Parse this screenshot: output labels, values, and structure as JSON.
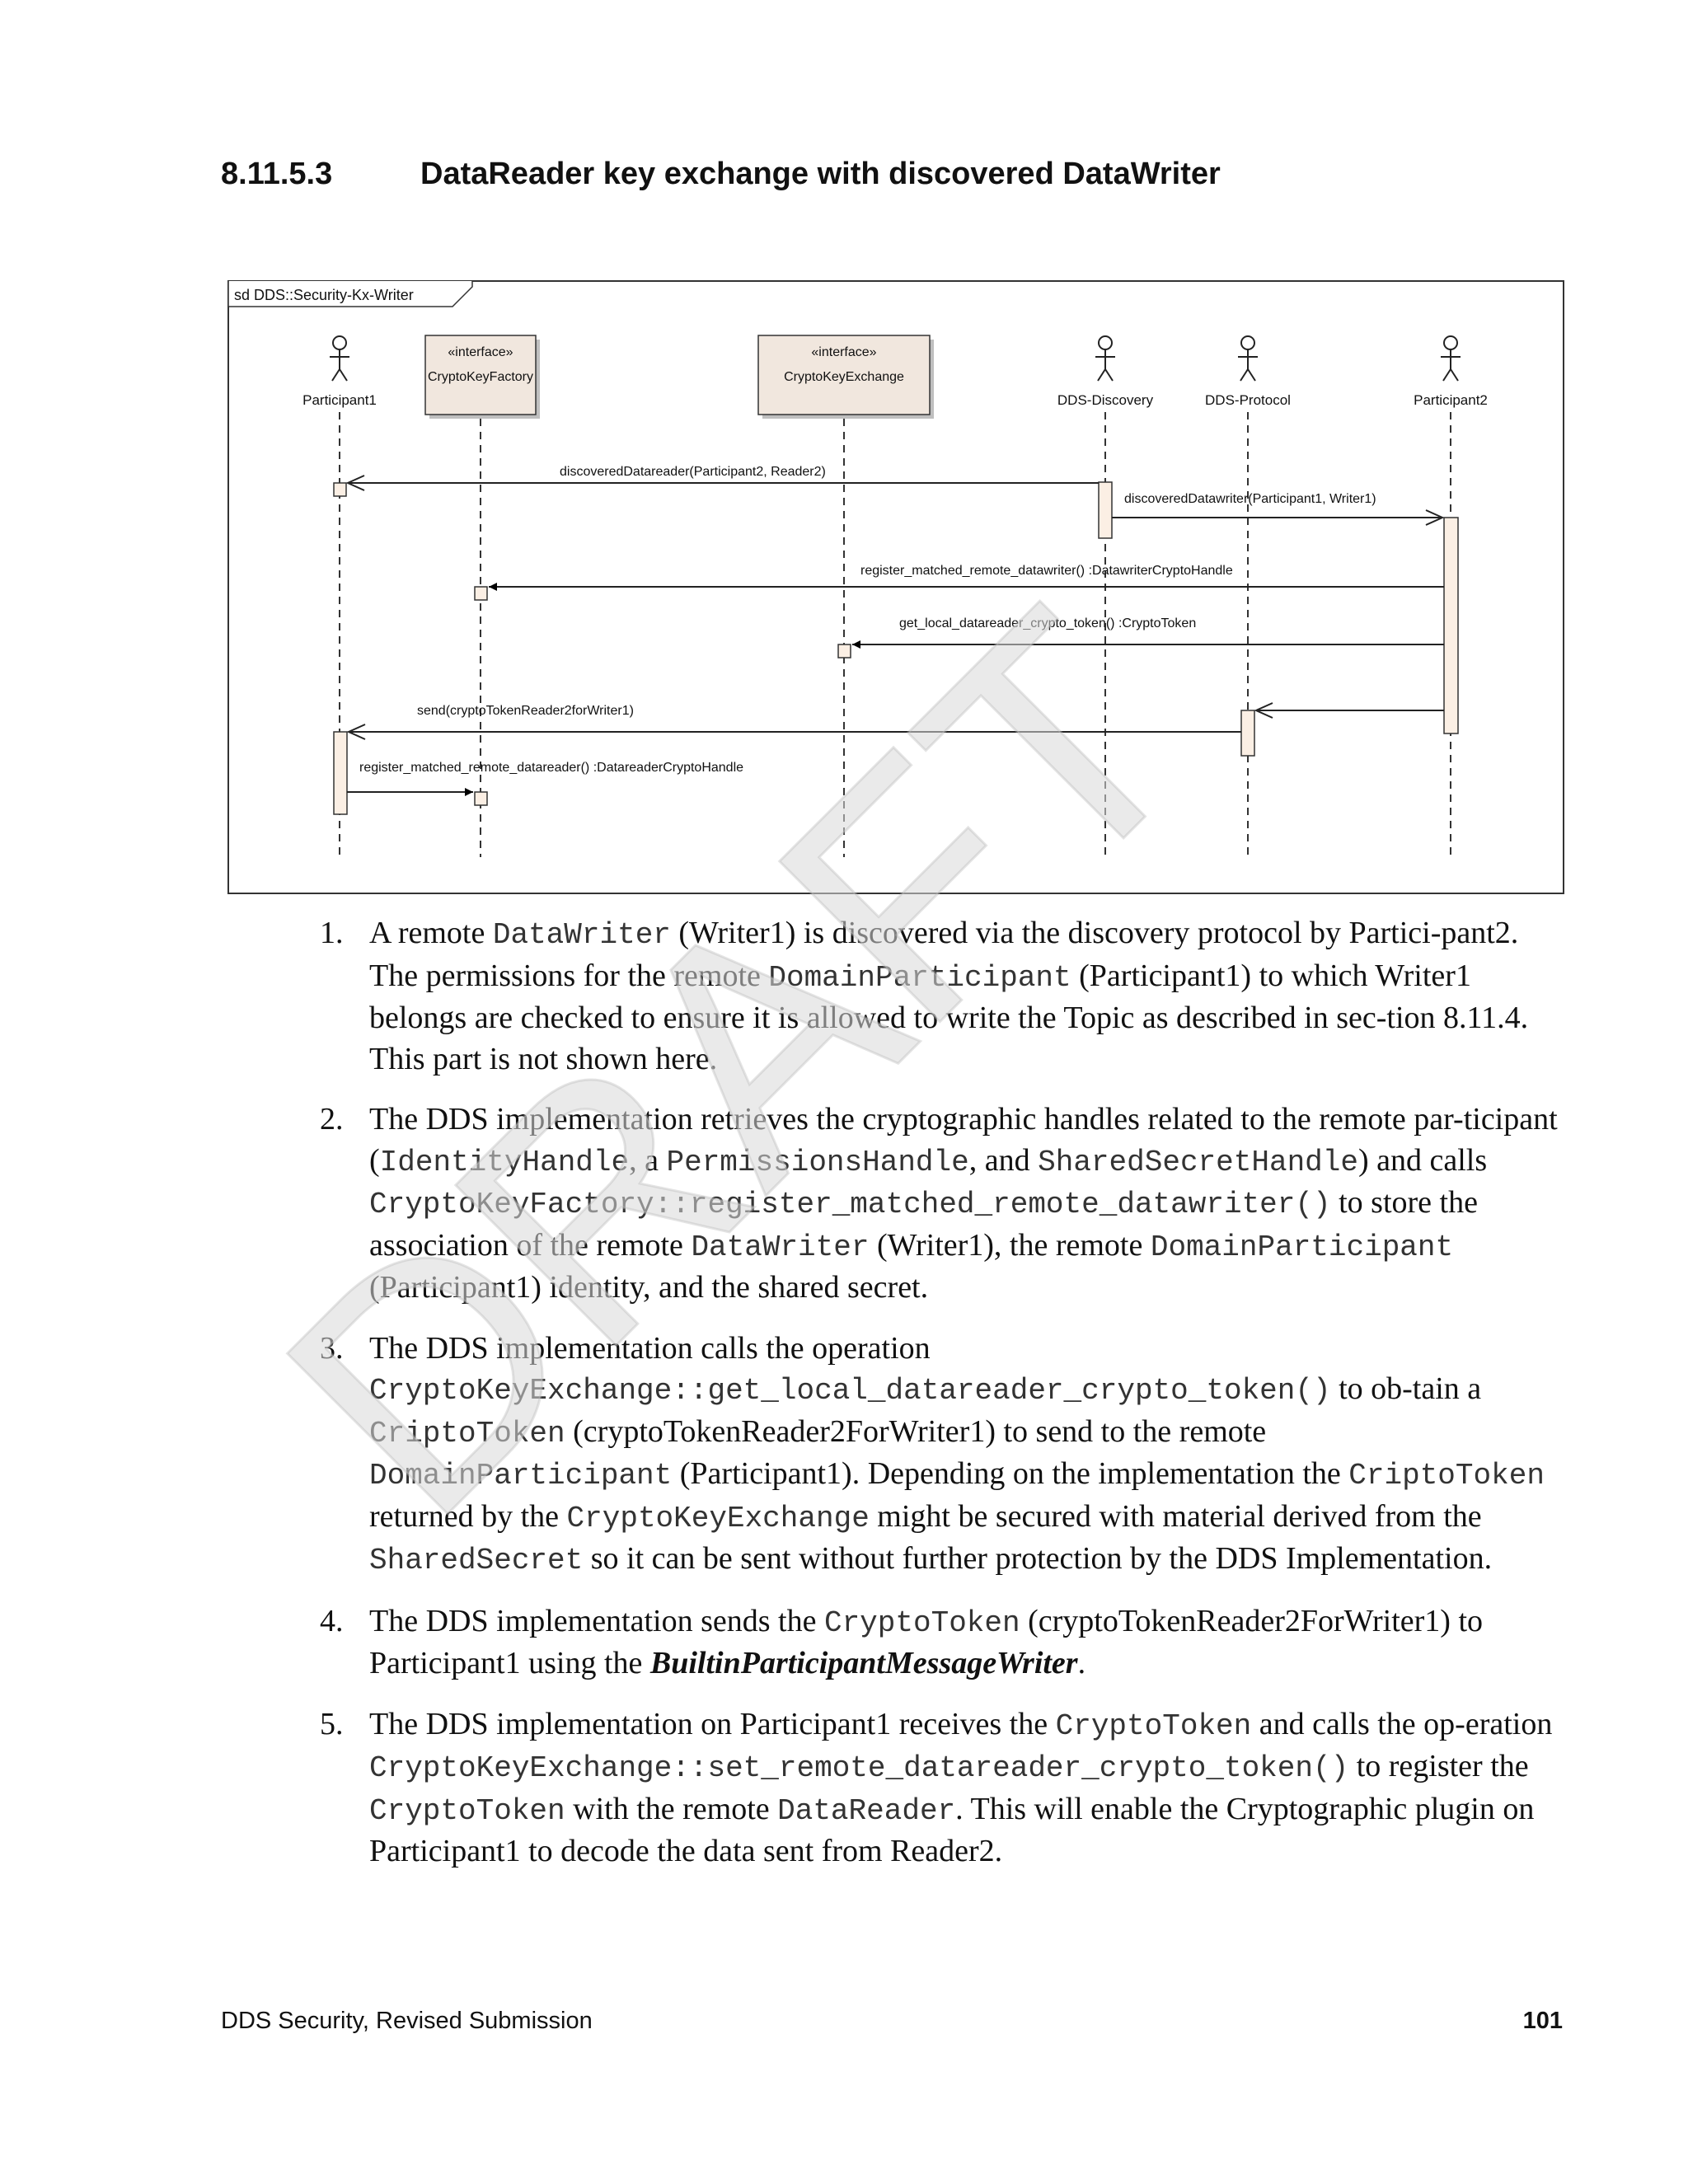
{
  "section": {
    "number": "8.11.5.3",
    "title": "DataReader key exchange with discovered DataWriter"
  },
  "diagram": {
    "frame_label": "sd DDS::Security-Kx-Writer",
    "lifelines": {
      "participant1": "Participant1",
      "key_factory_stereotype": "«interface»",
      "key_factory": "CryptoKeyFactory",
      "key_exchange_stereotype": "«interface»",
      "key_exchange": "CryptoKeyExchange",
      "dds_discovery": "DDS-Discovery",
      "dds_protocol": "DDS-Protocol",
      "participant2": "Participant2"
    },
    "messages": {
      "m1": "discoveredDatareader(Participant2, Reader2)",
      "m2": "discoveredDatawriter(Participant1, Writer1)",
      "m3": "register_matched_remote_datawriter() :DatawriterCryptoHandle",
      "m4": "get_local_datareader_crypto_token() :CryptoToken",
      "m5": "send(cryptoTokenReader2forWriter1)",
      "m6": "register_matched_remote_datareader() :DatareaderCryptoHandle"
    }
  },
  "steps": {
    "s1": {
      "num": "1.",
      "t1": "A remote ",
      "c1": "DataWriter",
      "t2": " (Writer1) is discovered via the discovery protocol by Partici-pant2.  The permissions for the remote ",
      "c2": "DomainParticipant",
      "t3": " (Participant1) to which Writer1 belongs are checked to ensure it is allowed to write the Topic as described in sec-tion 8.11.4. This part is not shown here."
    },
    "s2": {
      "num": "2.",
      "t1": "The DDS implementation retrieves the cryptographic handles related to the remote par-ticipant (",
      "c1": "IdentityHandle",
      "t2": ", a ",
      "c2": "PermissionsHandle",
      "t3": ", and ",
      "c3": "SharedSecretHandle",
      "t4": ") and calls ",
      "c4": "CryptoKeyFactory::register_matched_remote_datawriter()",
      "t5": " to store the association of the remote ",
      "c5": "DataWriter",
      "t6": " (Writer1), the remote ",
      "c6": "DomainParticipant",
      "t7": " (Participant1) identity, and the shared secret."
    },
    "s3": {
      "num": "3.",
      "t1": "The DDS implementation calls the operation ",
      "c1": "CryptoKeyExchange::get_local_datareader_crypto_token()",
      "t2": " to ob-tain a ",
      "c2": "CriptoToken",
      "t3": " (cryptoTokenReader2ForWriter1) to send to the remote ",
      "c3": "DomainParticipant",
      "t4": "  (Participant1). Depending on the implementation the ",
      "c4": "CriptoToken",
      "t5": " returned by the ",
      "c5": "CryptoKeyExchange",
      "t6": " might be secured with material derived from the ",
      "c6": "SharedSecret",
      "t7": " so it can be sent without further protection by the DDS Implementation."
    },
    "s4": {
      "num": "4.",
      "t1": "The DDS implementation sends the ",
      "c1": "CryptoToken",
      "t2": "  (cryptoTokenReader2ForWriter1) to Participant1 using the ",
      "b1": "BuiltinParticipantMessageWriter",
      "t3": "."
    },
    "s5": {
      "num": "5.",
      "t1": "The DDS implementation on Participant1 receives the ",
      "c1": "CryptoToken",
      "t2": " and calls the op-eration ",
      "c2": "CryptoKeyExchange::set_remote_datareader_crypto_token()",
      "t3": " to register the ",
      "c3": "CryptoToken",
      "t4": " with the remote ",
      "c4": "DataReader",
      "t5": ".  This will enable the Cryptographic plugin on Participant1 to decode the data sent from Reader2."
    }
  },
  "watermark": "DRAFT",
  "footer": {
    "left": "DDS Security, Revised Submission",
    "page": "101"
  },
  "colors": {
    "activation_fill": "#fbefe4",
    "interface_fill": "#f1e7de",
    "watermark": "#d9d9d9"
  }
}
